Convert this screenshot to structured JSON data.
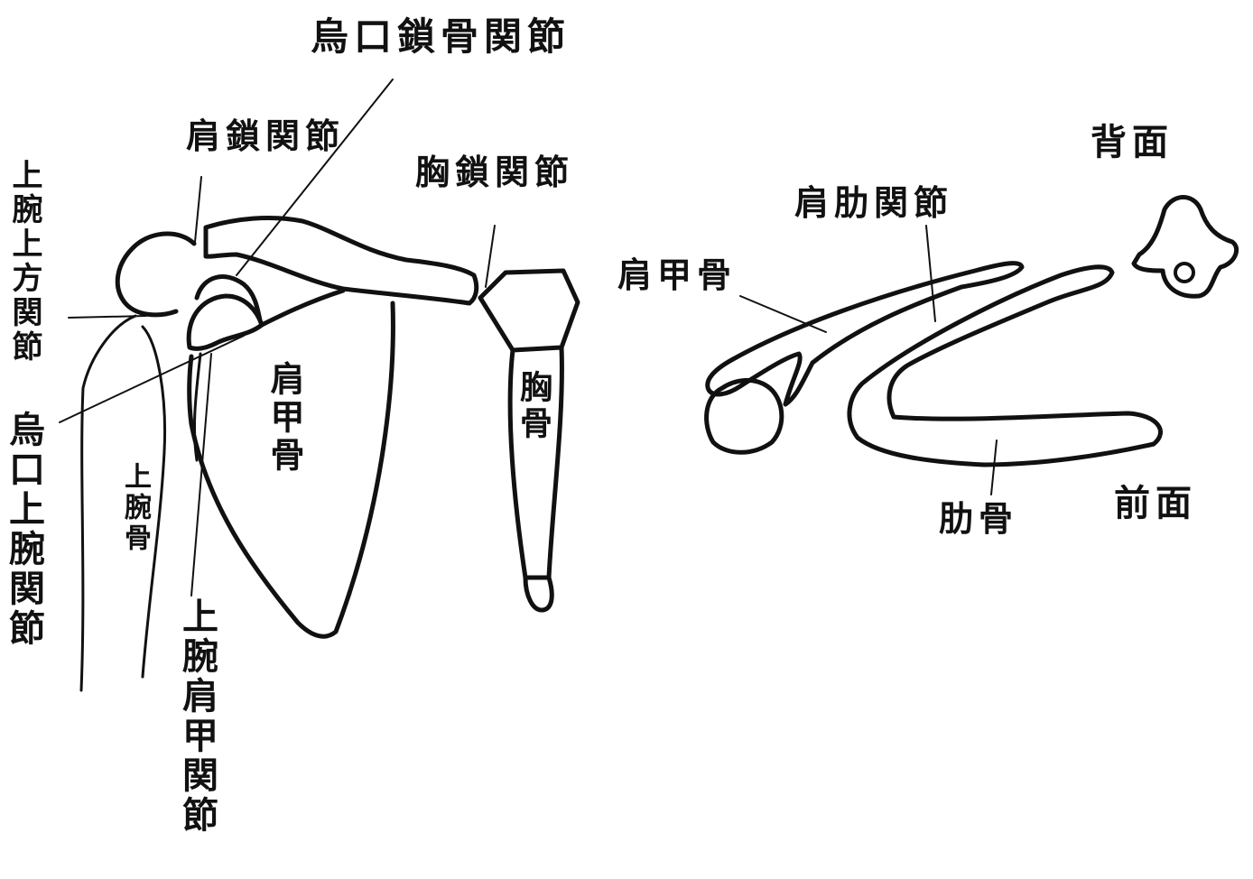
{
  "labels": {
    "coracoclavicular": "烏口鎖骨関節",
    "acromioclavicular": "肩鎖関節",
    "sternoclavicular": "胸鎖関節",
    "superior_humeral": "上腕上方関節",
    "coracohumeral": "烏口上腕関節",
    "humerus": "上腕骨",
    "scapula": "肩甲骨",
    "glenohumeral": "上腕肩甲関節",
    "sternum": "胸骨",
    "back": "背面",
    "scapulothoracic": "肩肋関節",
    "scapula_right": "肩甲骨",
    "rib": "肋骨",
    "front": "前面"
  }
}
